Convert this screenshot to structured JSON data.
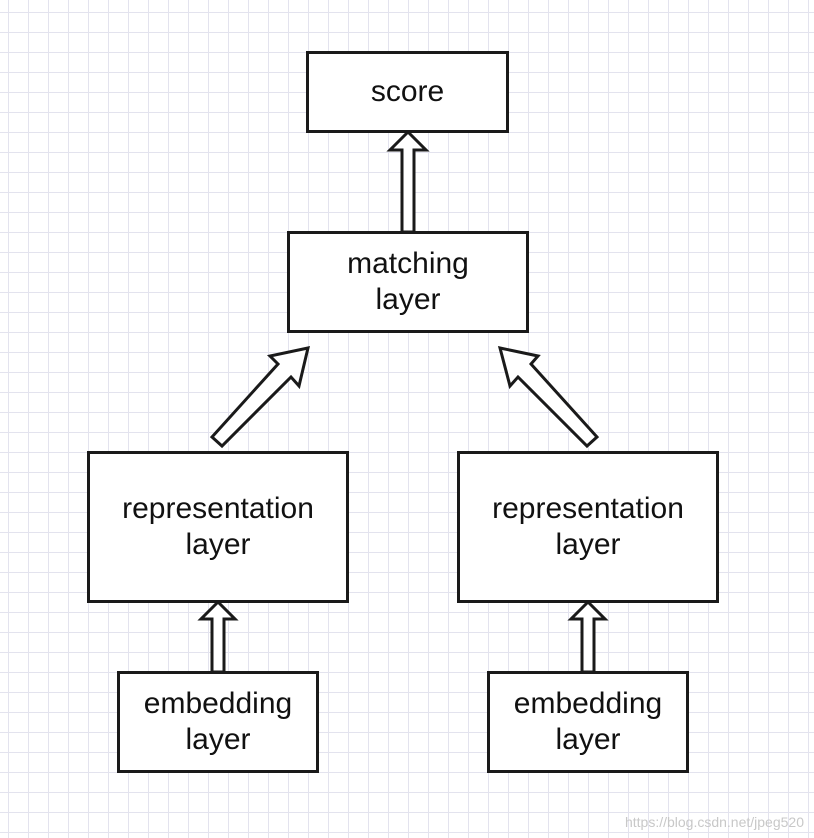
{
  "score": {
    "label": "score"
  },
  "matching": {
    "line1": "matching",
    "line2": "layer"
  },
  "representation_left": {
    "line1": "representation",
    "line2": "layer"
  },
  "representation_right": {
    "line1": "representation",
    "line2": "layer"
  },
  "embedding_left": {
    "line1": "embedding",
    "line2": "layer"
  },
  "embedding_right": {
    "line1": "embedding",
    "line2": "layer"
  },
  "watermark": "https://blog.csdn.net/jpeg520",
  "colors": {
    "stroke": "#1a1a1a",
    "grid": "#e3e3ee",
    "background": "#ffffff"
  }
}
